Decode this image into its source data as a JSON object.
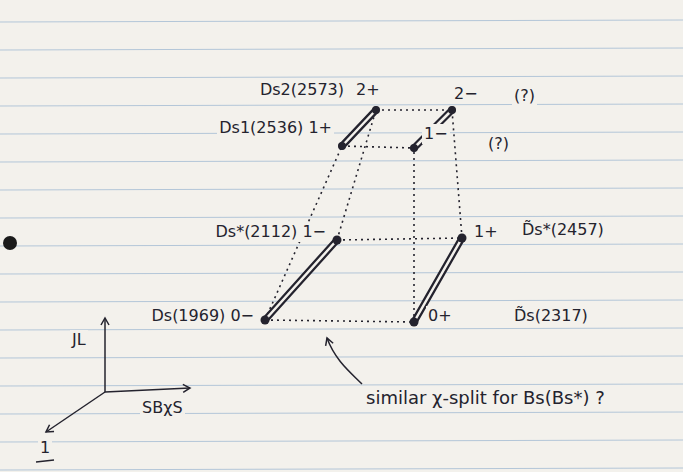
{
  "diagram": {
    "labels": [
      "Ds2(2573)",
      "2+",
      "2−",
      "(?)",
      "Ds1(2536) 1+",
      "1−",
      "(?)",
      "Ds*(2112) 1−",
      "1+",
      "D̃s*(2457)",
      "Ds(1969) 0−",
      "0+",
      "D̃s(2317)",
      "similar χ-split for Bs(Bs*) ?",
      "JL",
      "SBχS",
      "1"
    ]
  }
}
